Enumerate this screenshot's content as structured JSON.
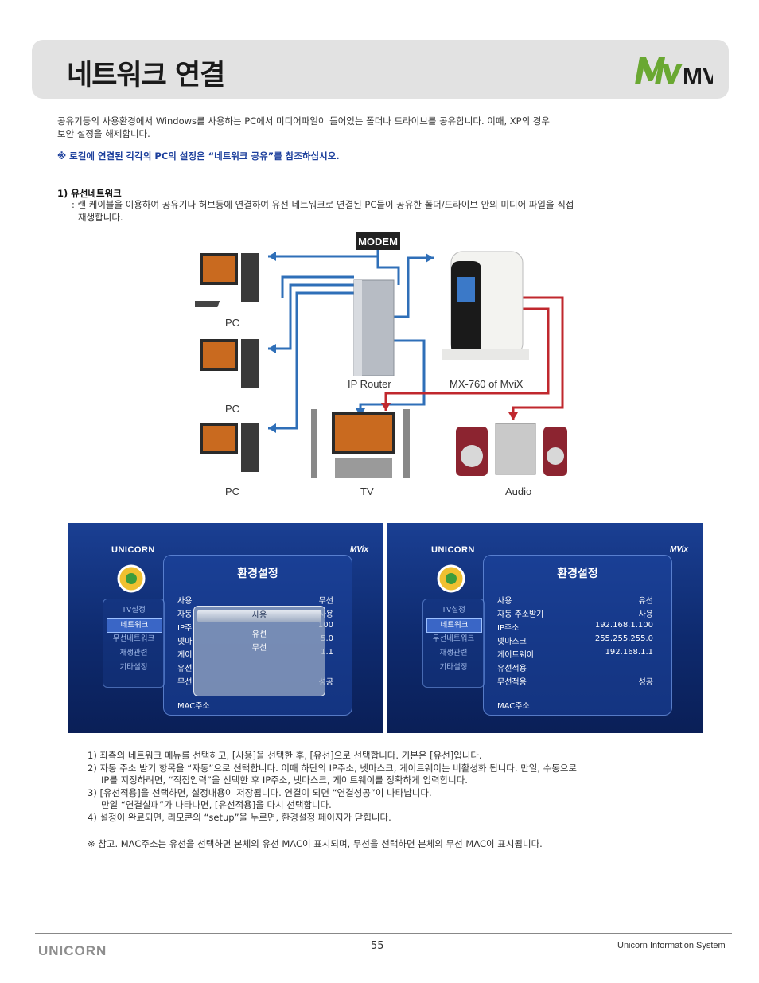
{
  "header": {
    "title": "네트워크 연결",
    "logo": "MVix"
  },
  "intro": {
    "line1": "공유기등의 사용환경에서 Windows를 사용하는 PC에서 미디어파일이 들어있는 폴더나 드라이브를 공유합니다. 이때, XP의 경우",
    "line2": "보안 설정을 해제합니다.",
    "note": "※ 로컬에 연결된 각각의 PC의 설정은 “네트워크 공유”를 참조하십시오."
  },
  "section": {
    "heading": "1) 유선네트워크",
    "desc1": ": 랜 케이블을 이용하여 공유기나 허브등에 연결하여 유선 네트워크로 연결된 PC들이 공유한 폴더/드라이브 안의 미디어 파일을 직접",
    "desc2": "재생합니다."
  },
  "diagram": {
    "modem": "MODEM",
    "pc1": "PC",
    "pc2": "PC",
    "pc3": "PC",
    "router": "IP Router",
    "device": "MX-760 of MviX",
    "tv": "TV",
    "audio": "Audio",
    "colors": {
      "blue": "#2f6fb8",
      "red": "#c0282e"
    }
  },
  "screens": {
    "brand": "UNICORN",
    "brand_small": "MVix",
    "panel_title": "환경설정",
    "menu": [
      "TV설정",
      "네트워크",
      "무선네트워크",
      "재생관련",
      "기타설정"
    ],
    "left": {
      "rows": [
        {
          "label": "사용",
          "value": "무선"
        },
        {
          "label": "자동",
          "value": "사용"
        },
        {
          "label": "IP주",
          "value": "100"
        },
        {
          "label": "넷마",
          "value": "5.0"
        },
        {
          "label": "게이",
          "value": "1.1"
        },
        {
          "label": "유선",
          "value": ""
        },
        {
          "label": "무선",
          "value": "성공"
        }
      ],
      "mac": "MAC주소",
      "popup": [
        "사용",
        "유선",
        "무선"
      ]
    },
    "right": {
      "rows": [
        {
          "label": "사용",
          "value": "유선"
        },
        {
          "label": "자동 주소받기",
          "value": "사용"
        },
        {
          "label": "IP주소",
          "value": "192.168.1.100"
        },
        {
          "label": "넷마스크",
          "value": "255.255.255.0"
        },
        {
          "label": "게이트웨이",
          "value": "192.168.1.1"
        },
        {
          "label": "유선적용",
          "value": ""
        },
        {
          "label": "무선적용",
          "value": "성공"
        }
      ],
      "mac": "MAC주소"
    }
  },
  "steps": {
    "s1": "1) 좌측의 네트워크 메뉴를 선택하고, [사용]을 선택한 후, [유선]으로 선택합니다. 기본은 [유선]입니다.",
    "s2a": "2) 자동 주소 받기 항목을 “자동”으로 선택합니다. 이때 하단의 IP주소, 넷마스크, 게이트웨이는 비활성화 됩니다. 만일, 수동으로",
    "s2b": "IP를 지정하려면, “직접입력”을 선택한 후 IP주소, 넷마스크, 게이트웨이를 정확하게 입력합니다.",
    "s3a": "3) [유선적용]을 선택하면, 설정내용이 저장됩니다. 연결이 되면 “연결성공”이 나타납니다.",
    "s3b": "만일 “연결실패”가 나타나면, [유선적용]을 다시 선택합니다.",
    "s4": "4) 설정이 완료되면, 리모콘의 “setup”을 누르면, 환경설정 페이지가 닫힙니다.",
    "ref": "※ 참고. MAC주소는 유선을 선택하면 본체의 유선 MAC이 표시되며, 무선을 선택하면 본체의 무선 MAC이 표시됩니다."
  },
  "footer": {
    "brand": "UNICORN",
    "page": "55",
    "company": "Unicorn Information System"
  }
}
